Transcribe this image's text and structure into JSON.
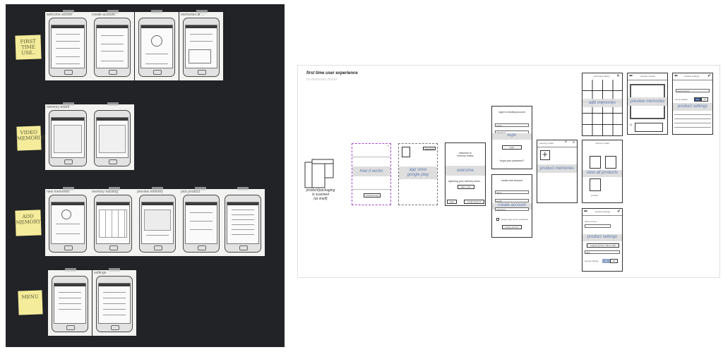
{
  "wall": {
    "sticky_notes": [
      "FIRST TIME USE..",
      "VIDEO MEMORIES",
      "ADD MEMORY",
      "MENU"
    ],
    "row1_captions": [
      "welcome screen",
      "create account",
      "",
      "memories at ..."
    ],
    "row2_captions": [
      "memory board",
      ""
    ],
    "row3_captions": [
      "new memories",
      "memory tracking",
      "preview memory",
      "pick product",
      ""
    ],
    "row4_captions": [
      "",
      "settings"
    ]
  },
  "flow": {
    "title": "first time user experience",
    "subtitle": "no memories found",
    "product_label": "product/packaging\nis scanned\n(at shelf)",
    "how_it_works": {
      "label": "how it works",
      "button": "download app"
    },
    "app_store": {
      "label": "app store\ngoogle play",
      "button": "download"
    },
    "welcome": {
      "title": "welcome to\nmemory marks",
      "label": "welcome",
      "tagline": "capturing your memory since ...",
      "cta": "take 1 tour",
      "btn_left": "login",
      "btn_right": "create account"
    },
    "login": {
      "title": "login to existing account",
      "email": "email",
      "password": "password",
      "label": "login",
      "button": "login",
      "link": "forgot your password?"
    },
    "create_account": {
      "title": "create new account",
      "name": "name",
      "email": "email",
      "password": "password",
      "label": "create account",
      "checkbox": "please sign up for newsletter",
      "button": "create account"
    },
    "product_memories": {
      "title": "memory marks",
      "label": "product memories"
    },
    "add_memories": {
      "title": "pick photo library",
      "label": "add memories"
    },
    "preview_memories": {
      "title": "preview content",
      "label": "preview memories"
    },
    "product_settings_top": {
      "title": "product settings",
      "label": "product settings",
      "field": "name of item",
      "toggle_label": "set as default",
      "on": "on",
      "off": "off"
    },
    "view_all_products": {
      "title": "memory marks",
      "label": "view all products",
      "caption": "product"
    },
    "product_settings_bottom": {
      "title": "product settings",
      "label": "product settings",
      "field": "name of item",
      "button": "request printer code to edit",
      "date": "date",
      "toggle_label": "privacy setting",
      "on": "on",
      "off": "off"
    }
  }
}
